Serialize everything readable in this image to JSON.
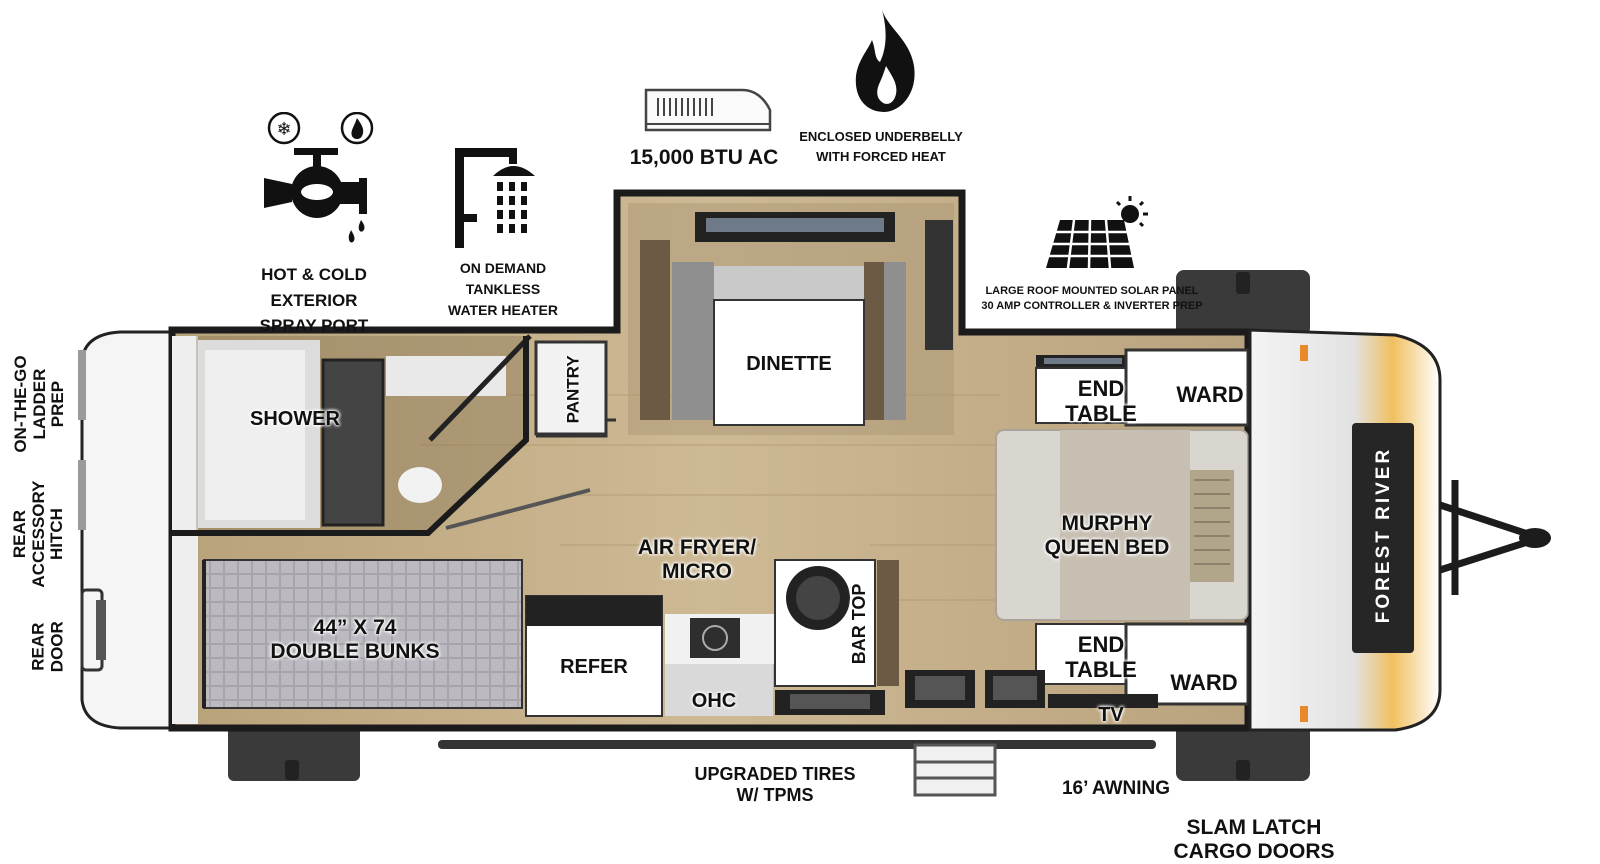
{
  "features": {
    "spray_port": "HOT & COLD EXTERIOR\nSPRAY PORT",
    "water_heater": "ON DEMAND\nTANKLESS\nWATER HEATER",
    "ac": "15,000 BTU AC",
    "underbelly": "ENCLOSED UNDERBELLY\nWITH FORCED HEAT",
    "solar": "LARGE ROOF MOUNTED SOLAR PANEL\n30 AMP CONTROLLER & INVERTER PREP",
    "ladder": "ON-THE-GO\nLADDER PREP",
    "hitch": "REAR\nACCESSORY\nHITCH",
    "rear_door": "REAR\nDOOR",
    "tires": "UPGRADED TIRES\nW/ TPMS",
    "awning": "16’ AWNING",
    "cargo_doors": "SLAM LATCH\nCARGO DOORS"
  },
  "rooms": {
    "shower": "SHOWER",
    "pantry": "PANTRY",
    "dinette": "DINETTE",
    "end_table_top": "END\nTABLE",
    "ward_top": "WARD",
    "bed": "MURPHY\nQUEEN BED",
    "air_fryer": "AIR FRYER/\nMICRO",
    "bar_top": "BAR TOP",
    "bunks": "44” X 74\nDOUBLE BUNKS",
    "refer": "REFER",
    "ohc": "OHC",
    "end_table_bottom": "END\nTABLE",
    "ward_bottom": "WARD",
    "tv": "TV"
  },
  "brand": "FOREST RIVER"
}
